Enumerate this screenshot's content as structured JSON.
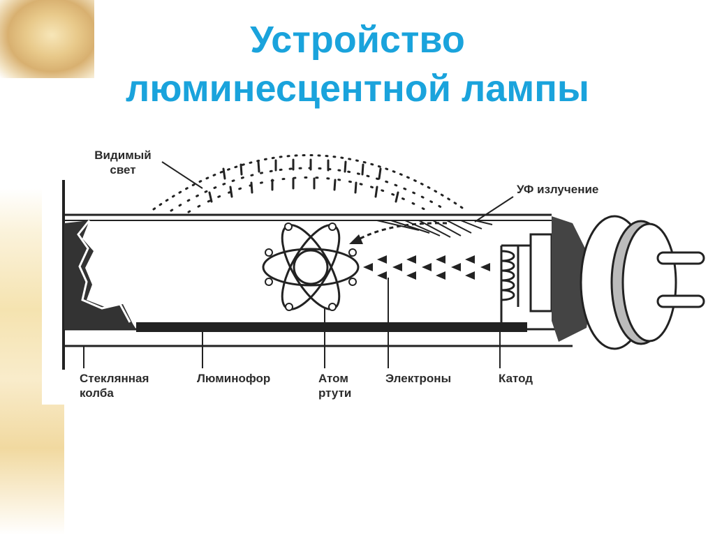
{
  "title": {
    "line1": "Устройство",
    "line2": "люминесцентной лампы"
  },
  "labels": {
    "visible_light_1": "Видимый",
    "visible_light_2": "свет",
    "uv": "УФ излучение",
    "glass_1": "Стеклянная",
    "glass_2": "колба",
    "phosphor": "Люминофор",
    "atom_1": "Атом",
    "atom_2": "ртути",
    "electrons": "Электроны",
    "cathode": "Катод"
  },
  "colors": {
    "title": "#1aa3dc",
    "ink": "#222222",
    "label": "#2b2b2b",
    "decor": "#e8c98a"
  }
}
